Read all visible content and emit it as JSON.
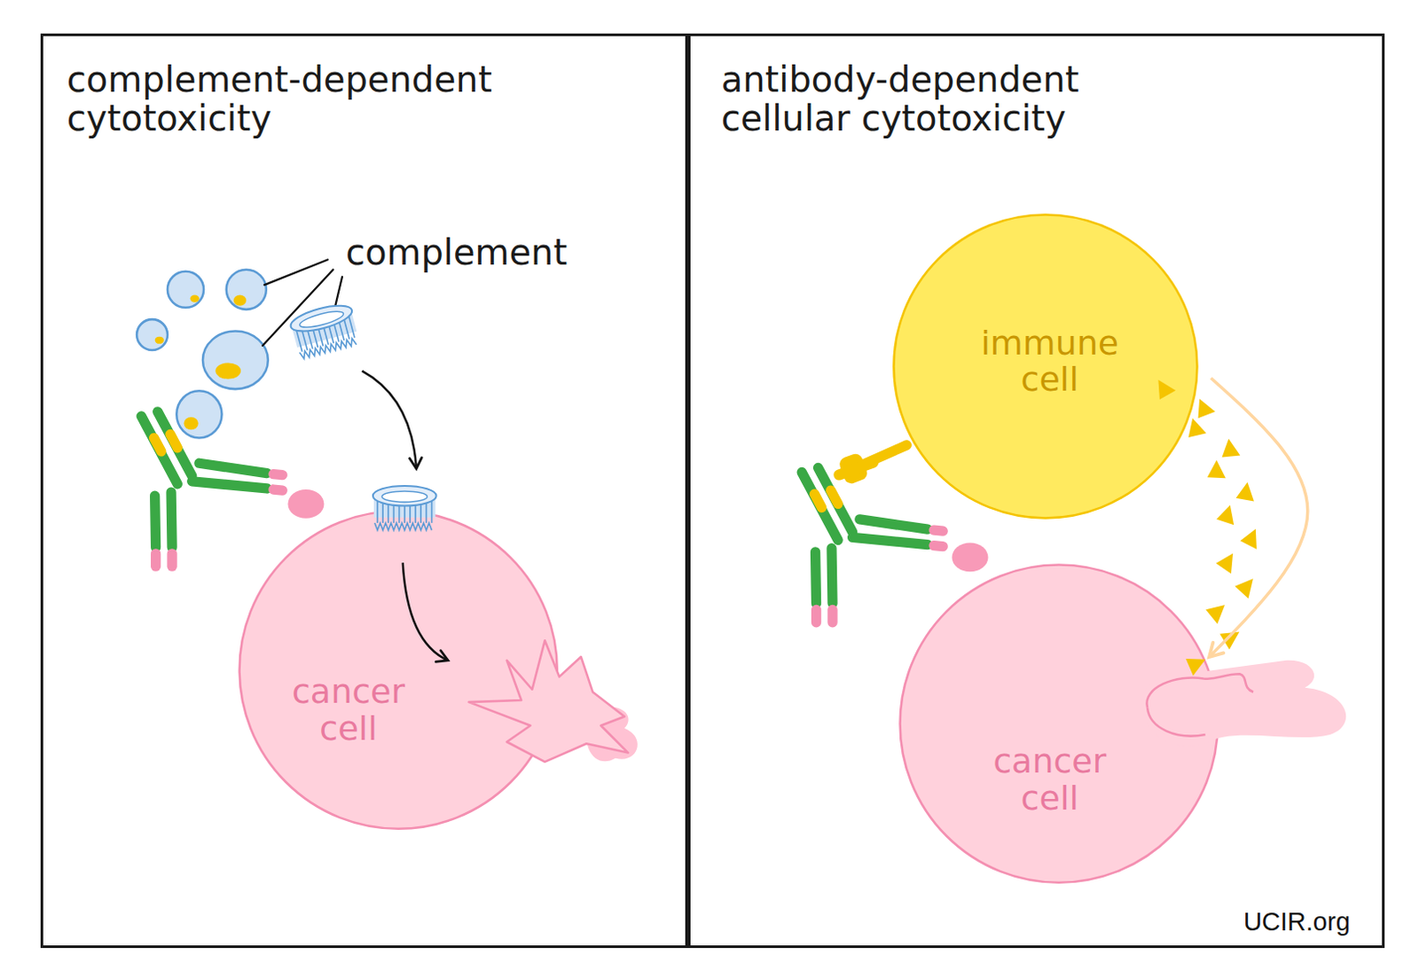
{
  "diagram": {
    "nodes": [
      {
        "text": [
          "complement-dependent cytotoxicity"
        ]
      },
      {
        "text": [
          "cancer cell"
        ],
        "in": 0
      },
      {
        "text": [
          "antibody-dependent cellular cytotoxicity"
        ]
      },
      {
        "text": [
          "immune cell"
        ],
        "in": 2
      },
      {
        "text": [
          "cancer cell"
        ],
        "in": 2
      }
    ],
    "edges": [
      {
        "from": 3,
        "to": 4,
        "arrow": "to"
      }
    ],
    "labels": [
      "complement",
      "UCIR.org"
    ]
  }
}
